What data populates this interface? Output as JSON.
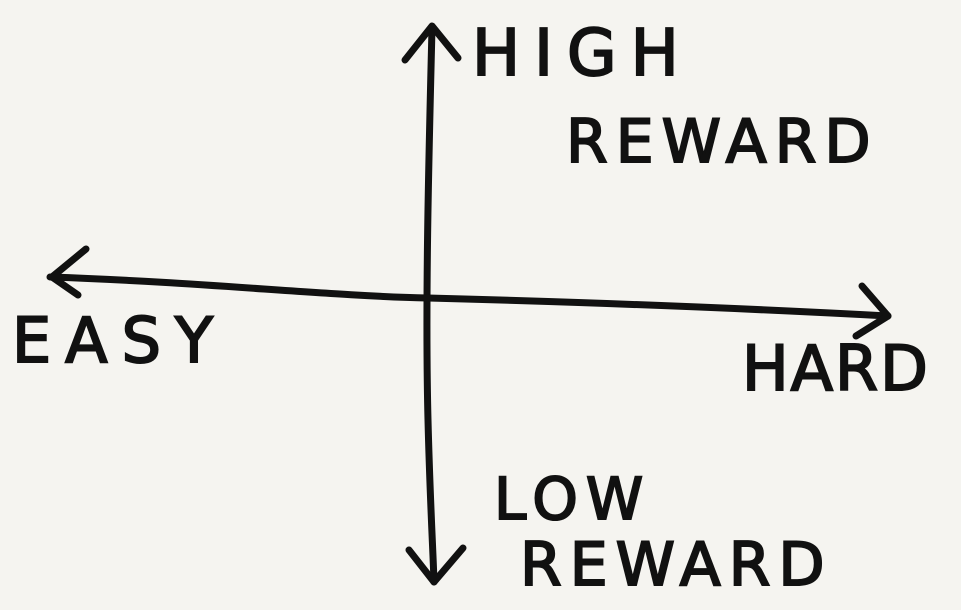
{
  "labels": {
    "top_line1": "HIGH",
    "top_line2": "REWARD",
    "left": "EASY",
    "right": "HARD",
    "bottom_line1": "LOW",
    "bottom_line2": "REWARD"
  },
  "colors": {
    "background": "#f5f4f0",
    "ink": "#111111"
  }
}
